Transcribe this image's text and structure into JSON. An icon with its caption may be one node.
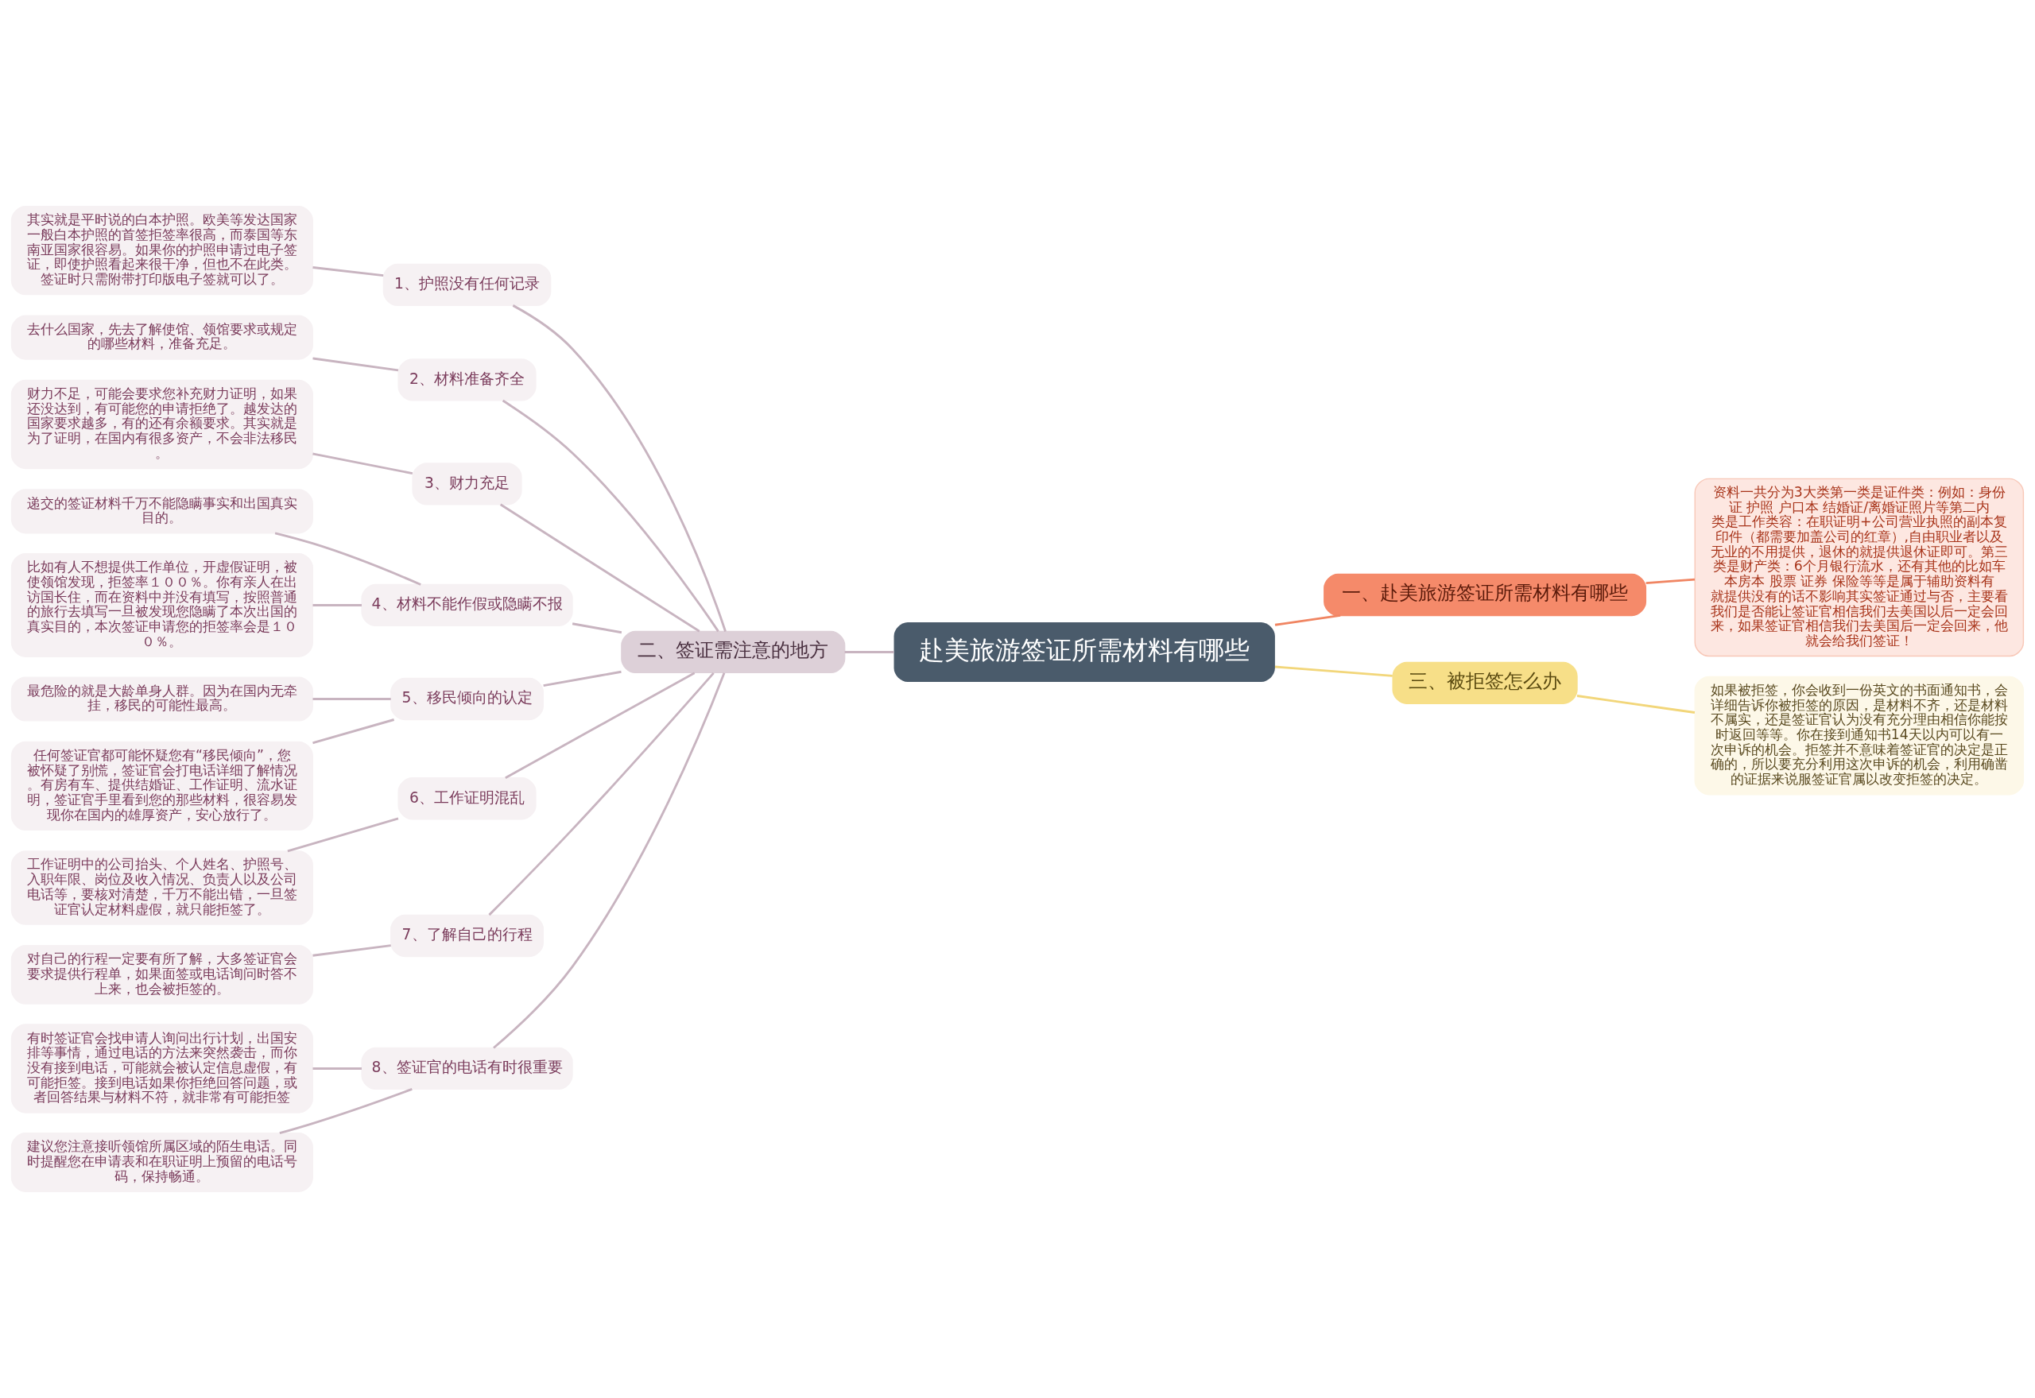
{
  "diagram": {
    "nodes": [
      {
        "text": [
          "赴美旅游签证所需材料有哪些"
        ]
      },
      {
        "text": [
          "一、赴美旅游签证所需材料有哪些"
        ]
      },
      {
        "text": [
          "资料一共分为3大类第一类是证件类：例如：身份证 护照 户口本 结婚证/离婚证照片等第二内类是工作类容：在职证明+公司营业执照的副本复印件（都需要加盖公司的红章）,自由职业者以及无业的不用提供，退休的就提供退休证即可。第三类是财产类：6个月银行流水，还有其他的比如车本房本 股票 证券 保险等等是属于辅助资料有就提供没有的话不影响其实签证通过与否，主要看我们是否能让签证官相信我们去美国以后一定会回来，如果签证官相信我们去美国后一定会回来，他就会给我们签证！"
        ]
      },
      {
        "text": [
          "二、签证需注意的地方"
        ]
      },
      {
        "text": [
          "1、护照没有任何记录"
        ]
      },
      {
        "text": [
          "其实就是平时说的白本护照。欧美等发达国家一般白本护照的首签拒签率很高，而泰国等东南亚国家很容易。如果你的护照申请过电子签证，即使护照看起来很干净，但也不在此类。签证时只需附带打印版电子签就可以了。"
        ]
      },
      {
        "text": [
          "2、材料准备齐全"
        ]
      },
      {
        "text": [
          "去什么国家，先去了解使馆、领馆要求或规定的哪些材料，准备充足。"
        ]
      },
      {
        "text": [
          "3、财力充足"
        ]
      },
      {
        "text": [
          "财力不足，可能会要求您补充财力证明，如果还没达到，有可能您的申请拒绝了。越发达的国家要求越多，有的还有余额要求。其实就是为了证明，在国内有很多资产，不会非法移民。"
        ]
      },
      {
        "text": [
          "4、材料不能作假或隐瞒不报"
        ]
      },
      {
        "text": [
          "递交的签证材料千万不能隐瞒事实和出国真实目的。"
        ]
      },
      {
        "text": [
          "比如有人不想提供工作单位，开虚假证明，被使领馆发现，拒签率１００％。你有亲人在出访国长住，而在资料中并没有填写，按照普通的旅行去填写一旦被发现您隐瞒了本次出国的真实目的，本次签证申请您的拒签率会是１００％。"
        ]
      },
      {
        "text": [
          "5、移民倾向的认定"
        ]
      },
      {
        "text": [
          "最危险的就是大龄单身人群。因为在国内无牵挂，移民的可能性最高。"
        ]
      },
      {
        "text": [
          "任何签证官都可能怀疑您有“移民倾向”，您被怀疑了别慌，签证官会打电话详细了解情况。有房有车、提供结婚证、工作证明、流水证明，签证官手里看到您的那些材料，很容易发现你在国内的雄厚资产，安心放行了。"
        ]
      },
      {
        "text": [
          "6、工作证明混乱"
        ]
      },
      {
        "text": [
          "工作证明中的公司抬头、个人姓名、护照号、入职年限、岗位及收入情况、负责人以及公司电话等，要核对清楚，千万不能出错，一旦签证官认定材料虚假，就只能拒签了。"
        ]
      },
      {
        "text": [
          "7、了解自己的行程"
        ]
      },
      {
        "text": [
          "对自己的行程一定要有所了解，大多签证官会要求提供行程单，如果面签或电话询问时答不上来，也会被拒签的。"
        ]
      },
      {
        "text": [
          "8、签证官的电话有时很重要"
        ]
      },
      {
        "text": [
          "有时签证官会找申请人询问出行计划，出国安排等事情，通过电话的方法来突然袭击，而你没有接到电话，可能就会被认定信息虚假，有可能拒签。接到电话如果你拒绝回答问题，或者回答结果与材料不符，就非常有可能拒签"
        ]
      },
      {
        "text": [
          "建议您注意接听领馆所属区域的陌生电话。同时提醒您在申请表和在职证明上预留的电话号码，保持畅通。"
        ]
      },
      {
        "text": [
          "三、被拒签怎么办"
        ]
      },
      {
        "text": [
          "如果被拒签，你会收到一份英文的书面通知书，会详细告诉你被拒签的原因，是材料不齐，还是材料不属实，还是签证官认为没有充分理由相信你能按时返回等等。你在接到通知书14天以内可以有一次申诉的机会。拒签并不意味着签证官的决定是正确的，所以要充分利用这次申诉的机会，利用确凿的证据来说服签证官属以改变拒签的决定。"
        ]
      }
    ],
    "edges": [
      {
        "from": 0,
        "to": 1,
        "arrow": "none",
        "color": "#f08562"
      },
      {
        "from": 1,
        "to": 2,
        "arrow": "none",
        "color": "#f08562"
      },
      {
        "from": 0,
        "to": 3,
        "arrow": "none"
      },
      {
        "from": 3,
        "to": 4,
        "arrow": "none"
      },
      {
        "from": 4,
        "to": 5,
        "arrow": "none"
      },
      {
        "from": 3,
        "to": 6,
        "arrow": "none"
      },
      {
        "from": 6,
        "to": 7,
        "arrow": "none"
      },
      {
        "from": 3,
        "to": 8,
        "arrow": "none"
      },
      {
        "from": 8,
        "to": 9,
        "arrow": "none"
      },
      {
        "from": 3,
        "to": 10,
        "arrow": "none"
      },
      {
        "from": 10,
        "to": 11,
        "arrow": "none"
      },
      {
        "from": 10,
        "to": 12,
        "arrow": "none"
      },
      {
        "from": 3,
        "to": 13,
        "arrow": "none"
      },
      {
        "from": 13,
        "to": 14,
        "arrow": "none"
      },
      {
        "from": 13,
        "to": 15,
        "arrow": "none"
      },
      {
        "from": 3,
        "to": 16,
        "arrow": "none"
      },
      {
        "from": 16,
        "to": 17,
        "arrow": "none"
      },
      {
        "from": 3,
        "to": 18,
        "arrow": "none"
      },
      {
        "from": 18,
        "to": 19,
        "arrow": "none"
      },
      {
        "from": 3,
        "to": 20,
        "arrow": "none"
      },
      {
        "from": 20,
        "to": 21,
        "arrow": "none"
      },
      {
        "from": 20,
        "to": 22,
        "arrow": "none"
      },
      {
        "from": 0,
        "to": 23,
        "arrow": "none",
        "color": "#f2d67a"
      },
      {
        "from": 23,
        "to": 24,
        "arrow": "none",
        "color": "#f2d67a"
      }
    ]
  }
}
